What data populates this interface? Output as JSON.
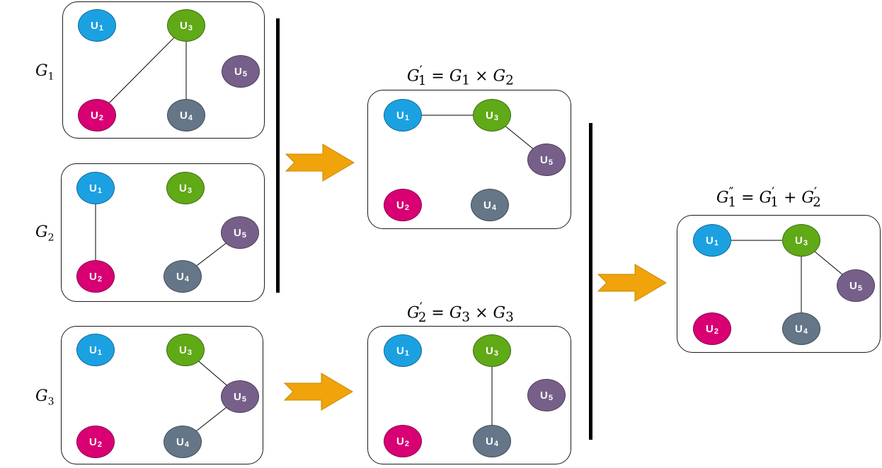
{
  "colors": {
    "u1": "#1ba1e2",
    "u2": "#d80073",
    "u3": "#60a917",
    "u4": "#647687",
    "u5": "#76608a",
    "arrow": "#f0a30a"
  },
  "node_labels": {
    "u1": "U1",
    "u2": "U2",
    "u3": "U3",
    "u4": "U4",
    "u5": "U5"
  },
  "graphs": {
    "g1": {
      "label": "G1",
      "edges": [
        [
          "u2",
          "u3"
        ],
        [
          "u3",
          "u4"
        ]
      ]
    },
    "g2": {
      "label": "G2",
      "edges": [
        [
          "u1",
          "u2"
        ],
        [
          "u4",
          "u5"
        ]
      ]
    },
    "g3": {
      "label": "G3",
      "edges": [
        [
          "u3",
          "u5"
        ],
        [
          "u5",
          "u4"
        ]
      ]
    },
    "g1p": {
      "formula": "G′1 = G1 × G2",
      "edges": [
        [
          "u1",
          "u3"
        ],
        [
          "u3",
          "u5"
        ]
      ]
    },
    "g2p": {
      "formula": "G′2 = G3 × G3",
      "edges": [
        [
          "u3",
          "u4"
        ]
      ]
    },
    "g1pp": {
      "formula": "G″1 = G′1 + G′2",
      "edges": [
        [
          "u1",
          "u3"
        ],
        [
          "u3",
          "u5"
        ],
        [
          "u3",
          "u4"
        ]
      ]
    }
  }
}
